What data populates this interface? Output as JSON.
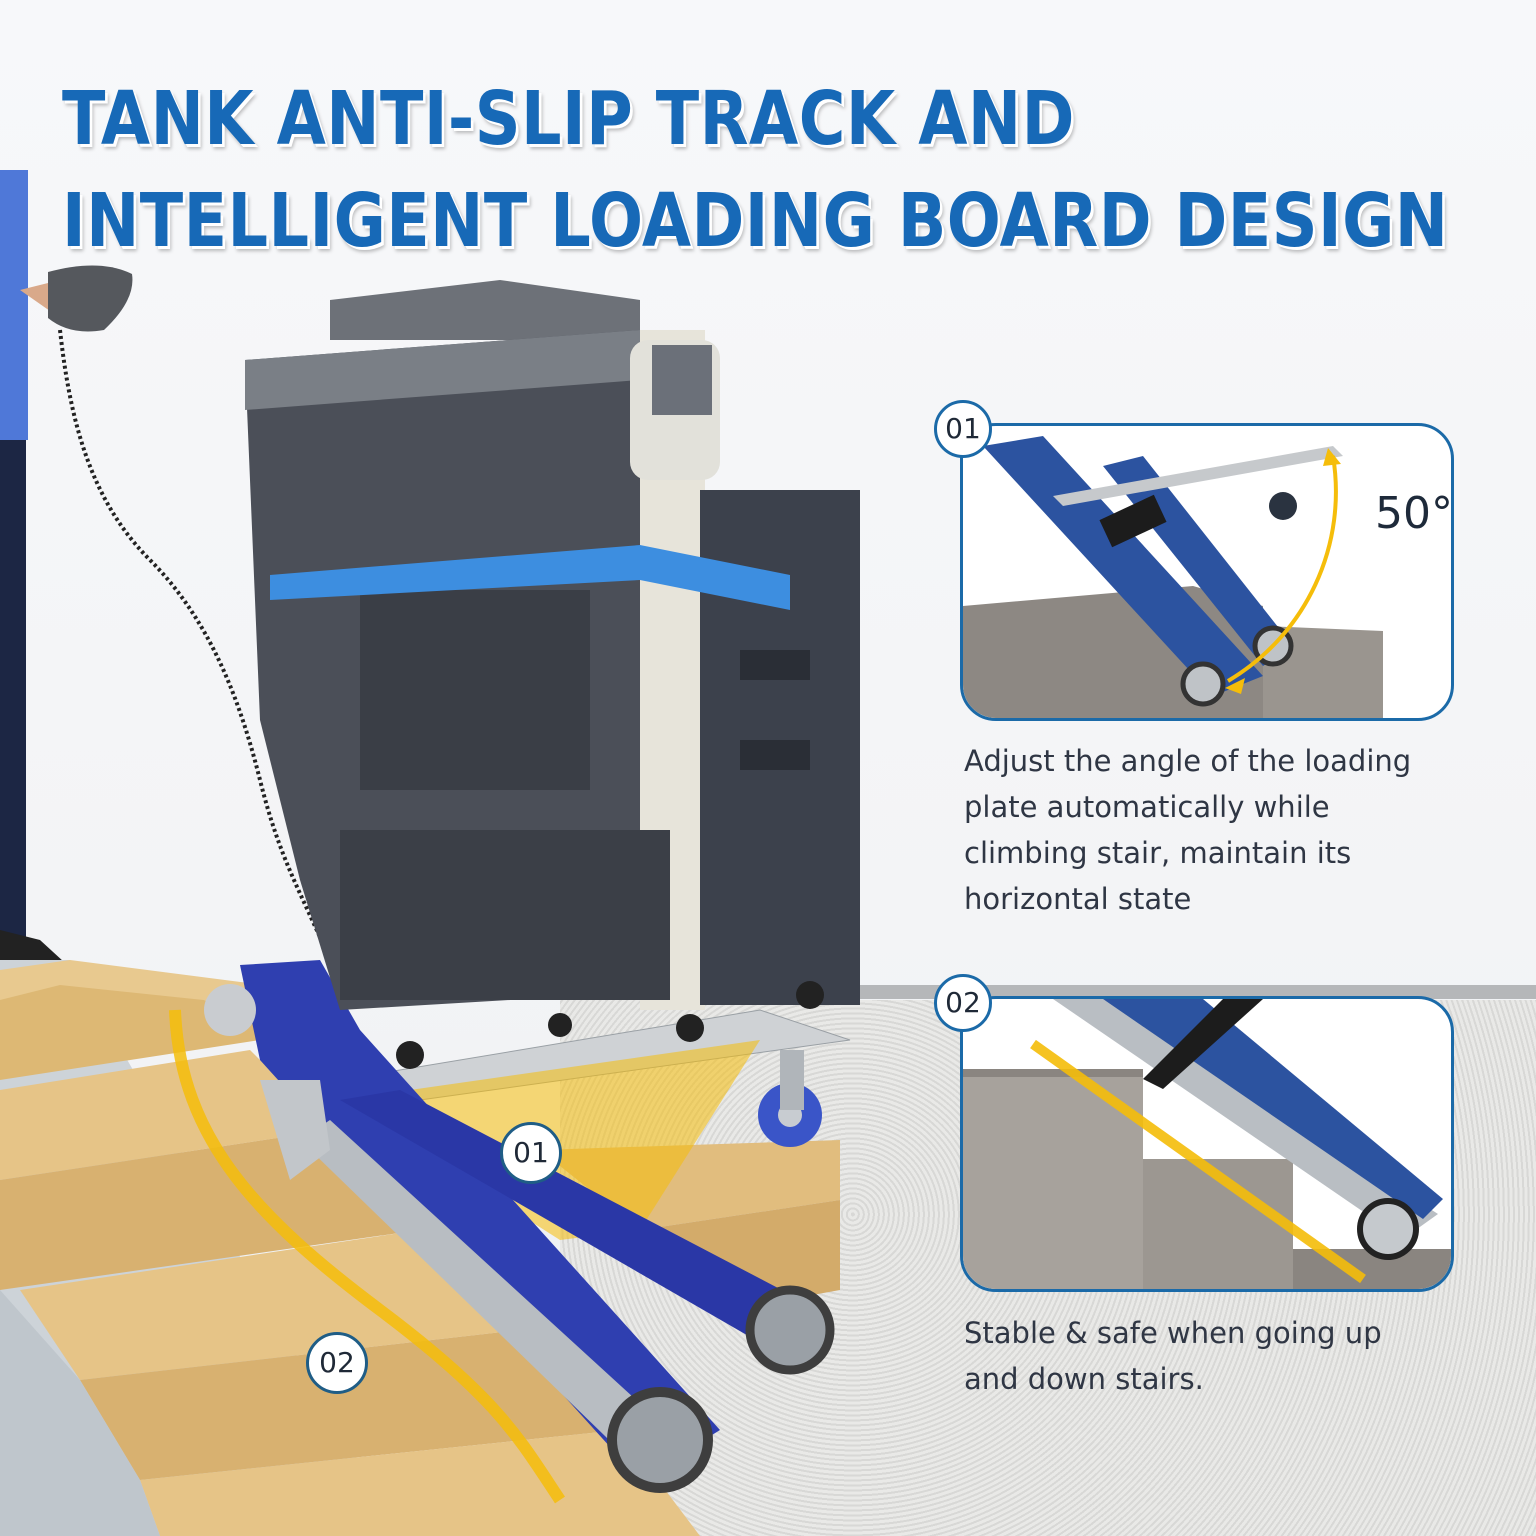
{
  "headline": {
    "line1": "TANK ANTI-SLIP TRACK AND",
    "line2": "INTELLIGENT LOADING BOARD DESIGN",
    "color": "#1769b7"
  },
  "photo": {
    "badges": [
      {
        "label": "01"
      },
      {
        "label": "02"
      }
    ],
    "highlight_color": "#f5bd0a",
    "track_color": "#2f3fb0"
  },
  "callouts": [
    {
      "badge": "01",
      "angle": "50°",
      "description": "Adjust the angle of the loading plate automatically while climbing stair, maintain its horizontal state"
    },
    {
      "badge": "02",
      "description": "Stable & safe when going up and down stairs."
    }
  ],
  "colors": {
    "accent_border": "#1b6aa8",
    "text_dark": "#2f3644"
  }
}
